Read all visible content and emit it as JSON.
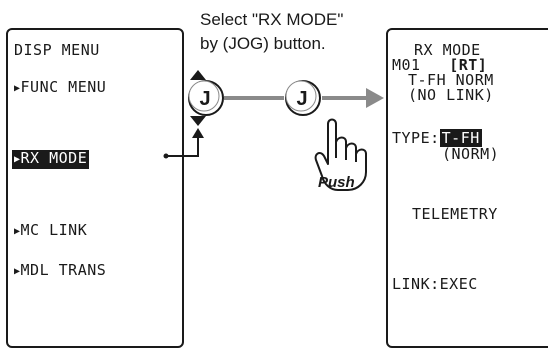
{
  "caption": {
    "line1": "Select \"RX MODE\"",
    "line2": "by (JOG) button."
  },
  "left_screen": {
    "title": "DISP MENU",
    "items": [
      {
        "label": "FUNC MENU",
        "selected": false
      },
      {
        "label": "RX MODE",
        "selected": true
      },
      {
        "label": "MC LINK",
        "selected": false
      },
      {
        "label": "MDL TRANS",
        "selected": false
      }
    ],
    "item_marker": "▶"
  },
  "jog": {
    "left_button": "J",
    "right_button": "J",
    "push_label": "Push"
  },
  "right_screen": {
    "title": "RX MODE",
    "model": "M01",
    "mode_tag": "[RT]",
    "mode_line": "T-FH NORM",
    "link_status": "(NO LINK)",
    "type_label": "TYPE:",
    "type_value": "T-FH",
    "type_sub": "(NORM)",
    "telemetry": "TELEMETRY",
    "link_exec": "LINK:EXEC"
  },
  "colors": {
    "ink": "#1a1a1a",
    "arrow_gray": "#8a8a8a",
    "background": "#ffffff"
  }
}
